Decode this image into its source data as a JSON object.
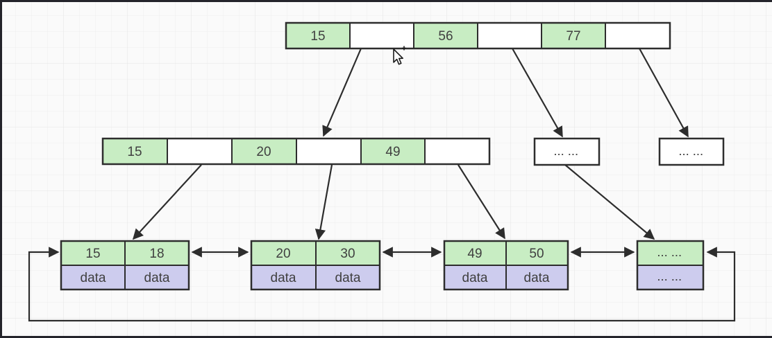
{
  "canvas": {
    "background": "#fafafa",
    "grid_minor_color": "#eeeeee",
    "grid_major_color": "#e4e4e4",
    "stroke_color": "#2d2d2d",
    "key_cell_color": "#c8edc3",
    "data_cell_color": "#cdccee",
    "empty_cell_color": "#ffffff",
    "text_color": "#404040",
    "frame_edge_color": "#23232a"
  },
  "tree": {
    "root": {
      "cells": [
        "15",
        "",
        "56",
        "",
        "77",
        ""
      ]
    },
    "internal": {
      "cells": [
        "15",
        "",
        "20",
        "",
        "49",
        ""
      ]
    },
    "internal_more": [
      {
        "label": "... ..."
      },
      {
        "label": "... ..."
      }
    ],
    "leaves": [
      {
        "keys": [
          "15",
          "18"
        ],
        "data": [
          "data",
          "data"
        ]
      },
      {
        "keys": [
          "20",
          "30"
        ],
        "data": [
          "data",
          "data"
        ]
      },
      {
        "keys": [
          "49",
          "50"
        ],
        "data": [
          "data",
          "data"
        ]
      },
      {
        "keys": [
          "... ..."
        ],
        "data": [
          "... ..."
        ]
      }
    ]
  },
  "cursor": {
    "icon": "pointer-with-plus"
  }
}
